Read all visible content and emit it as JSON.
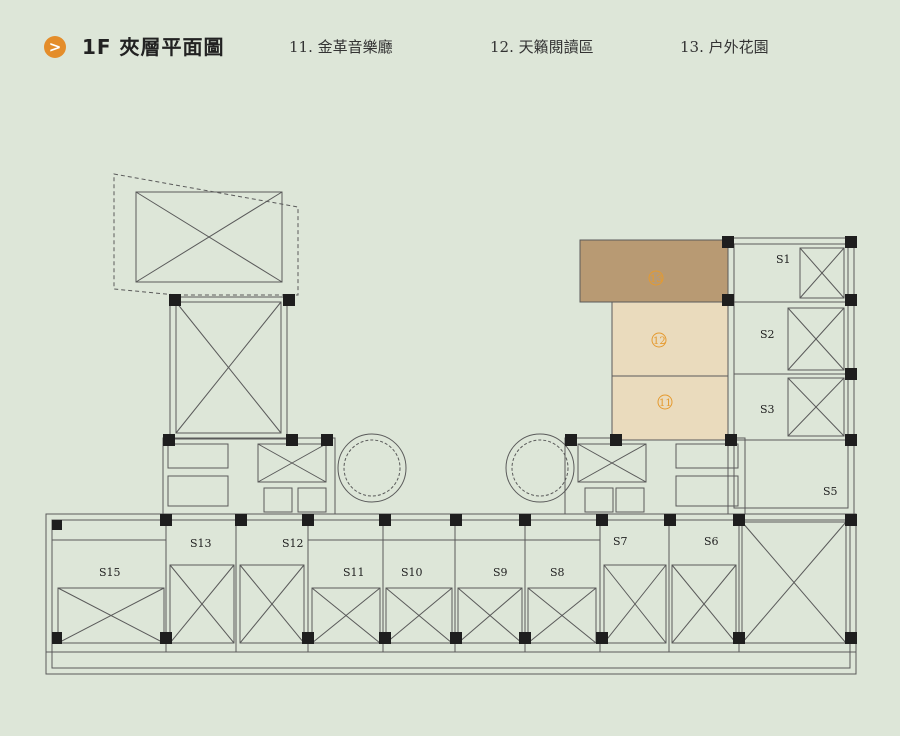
{
  "header": {
    "arrow_glyph": ">",
    "title": "1F 夾層平面圖",
    "legend": [
      {
        "label": "11. 金革音樂廳"
      },
      {
        "label": "12. 天籟閱讀區"
      },
      {
        "label": "13. 户外花園"
      }
    ]
  },
  "units": {
    "S1": "S1",
    "S2": "S2",
    "S3": "S3",
    "S5": "S5",
    "S6": "S6",
    "S7": "S7",
    "S8": "S8",
    "S9": "S9",
    "S10": "S10",
    "S11": "S11",
    "S12": "S12",
    "S13": "S13",
    "S15": "S15"
  },
  "amenity_markers": {
    "m11": "11",
    "m12": "12",
    "m13": "13"
  },
  "colors": {
    "accent": "#e48d2a",
    "wall": "#1e1e1e",
    "line": "#5a5a5a",
    "background": "#dde6d8"
  }
}
